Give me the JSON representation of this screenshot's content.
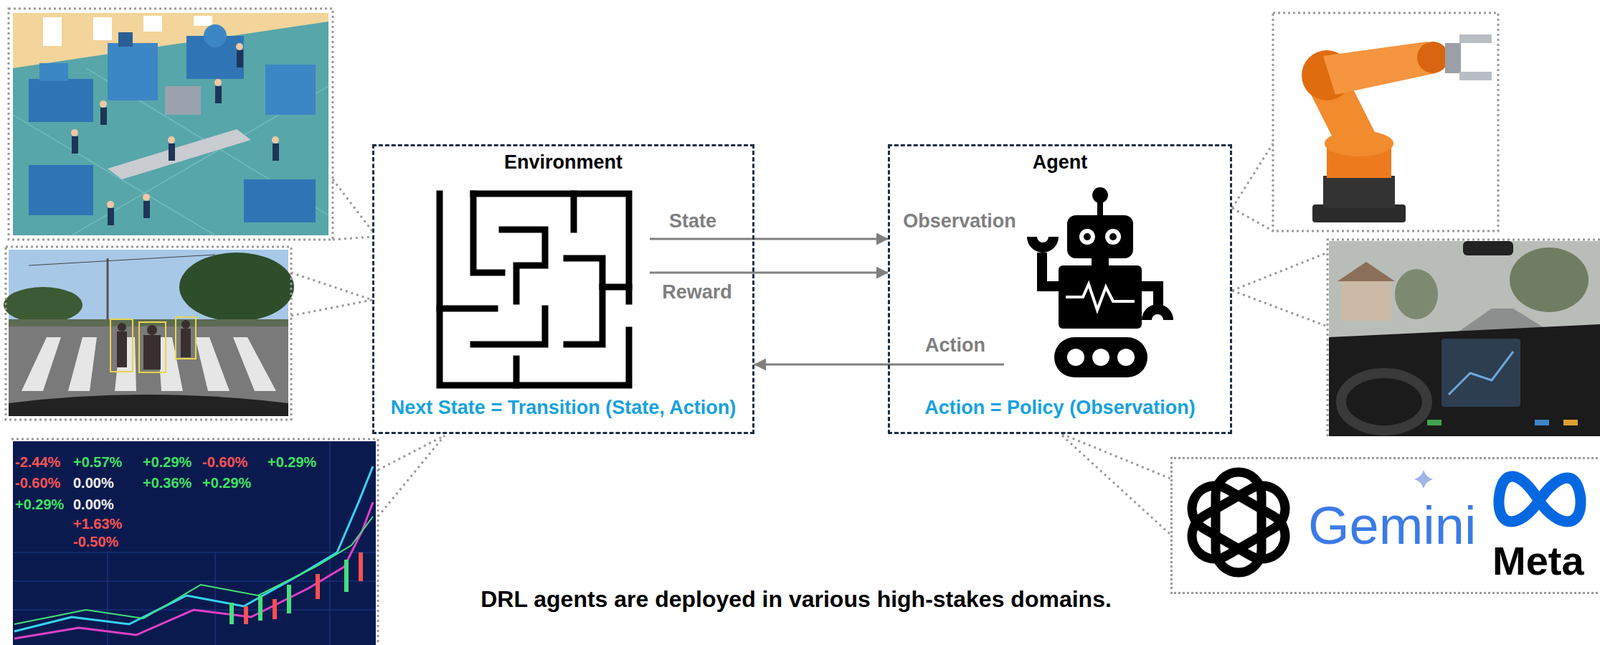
{
  "diagram": {
    "caption": "DRL agents are deployed in various high-stakes domains.",
    "nodes": [
      {
        "text": [
          "Environment",
          "Next State = Transition (State, Action)"
        ]
      },
      {
        "text": [
          "Agent",
          "Action = Policy (Observation)"
        ]
      },
      {
        "text": [
          "Gemini",
          "Meta"
        ]
      }
    ],
    "edges": [
      {
        "from": 0,
        "to": 1,
        "label": "State",
        "arrow": "to"
      },
      {
        "from": 0,
        "to": 1,
        "label": "Reward",
        "arrow": "to"
      },
      {
        "from": 1,
        "to": 0,
        "label": "Action",
        "arrow": "to"
      },
      {
        "from": 1,
        "to": 2,
        "arrow": "none"
      }
    ],
    "labels": [
      "Observation",
      "-2.44%",
      "+0.57%",
      "+0.29%",
      "-0.60%",
      "+0.29%",
      "-0.60%",
      "0.00%",
      "+0.36%",
      "+0.29%",
      "+0.29%",
      "0.00%",
      "+1.63%",
      "-0.50%"
    ]
  }
}
